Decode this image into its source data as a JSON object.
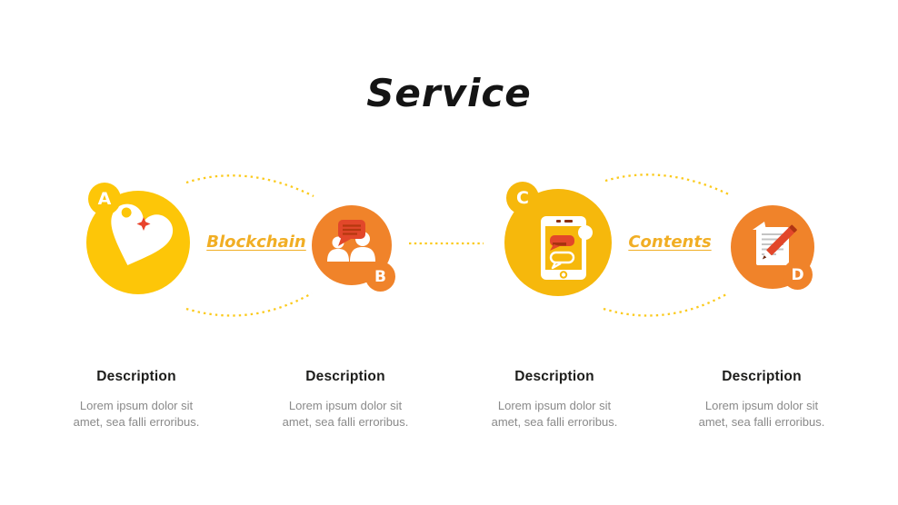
{
  "title": "Service",
  "pairs": [
    {
      "label": "Blockchain",
      "left_badge": "A",
      "right_badge": "B",
      "left_icon": "bicep-strength-icon",
      "right_icon": "people-chat-icon"
    },
    {
      "label": "Contents",
      "left_badge": "C",
      "right_badge": "D",
      "left_icon": "phone-chat-icon",
      "right_icon": "document-pencil-icon"
    }
  ],
  "descriptions": [
    {
      "heading": "Description",
      "line1": "Lorem ipsum dolor sit",
      "line2": "amet, sea falli erroribus."
    },
    {
      "heading": "Description",
      "line1": "Lorem ipsum dolor sit",
      "line2": "amet, sea falli erroribus."
    },
    {
      "heading": "Description",
      "line1": "Lorem ipsum dolor sit",
      "line2": "amet, sea falli erroribus."
    },
    {
      "heading": "Description",
      "line1": "Lorem ipsum dolor sit",
      "line2": "amet, sea falli erroribus."
    }
  ],
  "colors": {
    "yellow": "#FDC608",
    "gold": "#F6B80C",
    "orange": "#F0832A",
    "red_accent": "#E2472A",
    "link_text": "#F1AE24",
    "dotted_line": "#FBCA1D",
    "heading_text": "#1D1D1B",
    "body_text": "#8A8A8A"
  }
}
